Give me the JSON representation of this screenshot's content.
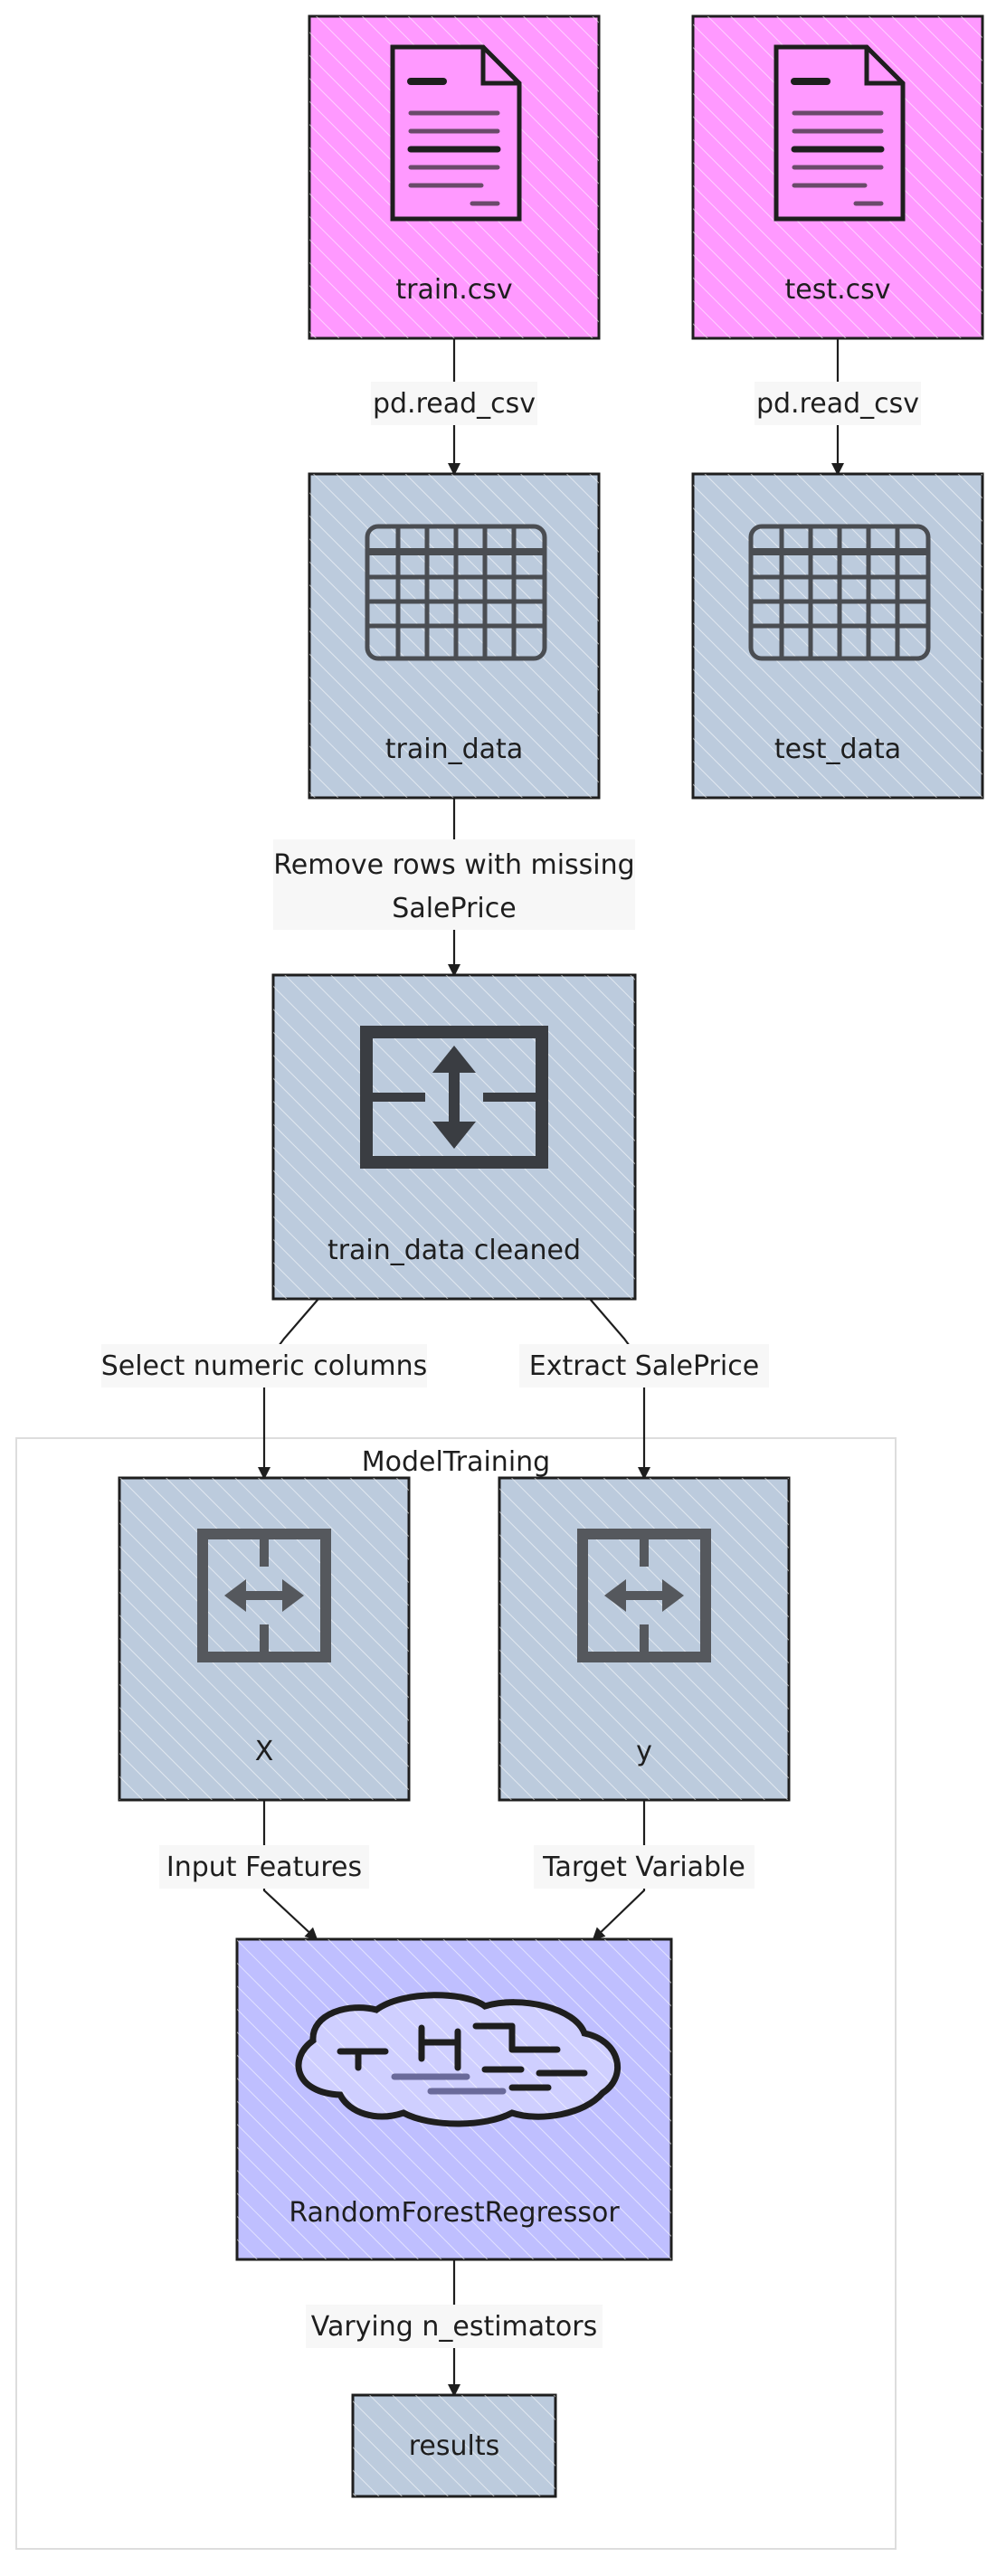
{
  "colors": {
    "file_fill": "#ff99ff",
    "data_fill": "#bccbdd",
    "model_fill": "#bfbfff",
    "stroke": "#1e1e1e",
    "icon": "#4a4d52",
    "hatch": "#ffffff",
    "group_border": "#dddddd"
  },
  "nodes": {
    "train_csv": {
      "label": "train.csv",
      "icon": "document-icon"
    },
    "test_csv": {
      "label": "test.csv",
      "icon": "document-icon"
    },
    "train_data": {
      "label": "train_data",
      "icon": "table-icon"
    },
    "test_data": {
      "label": "test_data",
      "icon": "table-icon"
    },
    "train_clean": {
      "label": "train_data cleaned",
      "icon": "expand-vertical-icon"
    },
    "x": {
      "label": "X",
      "icon": "split-horizontal-icon"
    },
    "y": {
      "label": "y",
      "icon": "split-horizontal-icon"
    },
    "model": {
      "label": "RandomForestRegressor",
      "icon": "brain-icon"
    },
    "results": {
      "label": "results"
    }
  },
  "group": {
    "label": "ModelTraining"
  },
  "edges": {
    "read_train": {
      "label": "pd.read_csv"
    },
    "read_test": {
      "label": "pd.read_csv"
    },
    "remove_rows": {
      "label_line1": "Remove rows with missing",
      "label_line2": "SalePrice"
    },
    "select_numeric": {
      "label": "Select numeric columns"
    },
    "extract_price": {
      "label": "Extract SalePrice"
    },
    "input_features": {
      "label": "Input Features"
    },
    "target_variable": {
      "label": "Target Variable"
    },
    "varying": {
      "label": "Varying n_estimators"
    }
  }
}
